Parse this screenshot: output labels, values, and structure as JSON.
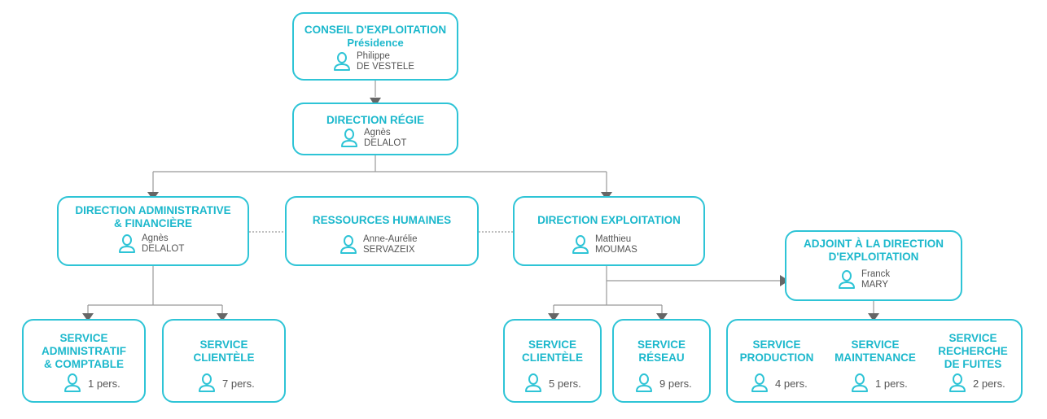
{
  "colors": {
    "accent": "#2ec4d6",
    "title": "#1cb8cc",
    "connector": "#999999",
    "arrow": "#666666"
  },
  "conseil": {
    "title": "CONSEIL D'EXPLOITATION",
    "subtitle": "Présidence",
    "first": "Philippe",
    "last": "DE VESTELE"
  },
  "regie": {
    "title": "DIRECTION RÉGIE",
    "first": "Agnès",
    "last": "DELALOT"
  },
  "admin": {
    "title": "DIRECTION ADMINISTRATIVE\n& FINANCIÈRE",
    "first": "Agnès",
    "last": "DELALOT"
  },
  "rh": {
    "title": "RESSOURCES HUMAINES",
    "first": "Anne-Aurélie",
    "last": "SERVAZEIX"
  },
  "exploitation": {
    "title": "DIRECTION EXPLOITATION",
    "first": "Matthieu",
    "last": "MOUMAS"
  },
  "adjoint": {
    "title": "ADJOINT À LA DIRECTION\nD'EXPLOITATION",
    "first": "Franck",
    "last": "MARY"
  },
  "services": {
    "admin_comptable": {
      "title": "SERVICE\nADMINISTRATIF\n& COMPTABLE",
      "count": "1 pers."
    },
    "clientele_admin": {
      "title": "SERVICE\nCLIENTÈLE",
      "count": "7 pers."
    },
    "clientele_exploit": {
      "title": "SERVICE\nCLIENTÈLE",
      "count": "5 pers."
    },
    "reseau": {
      "title": "SERVICE\nRÉSEAU",
      "count": "9 pers."
    },
    "production": {
      "title": "SERVICE\nPRODUCTION",
      "count": "4 pers."
    },
    "maintenance": {
      "title": "SERVICE\nMAINTENANCE",
      "count": "1 pers."
    },
    "fuites": {
      "title": "SERVICE\nRECHERCHE\nDE FUITES",
      "count": "2 pers."
    }
  },
  "icon": "person-icon"
}
